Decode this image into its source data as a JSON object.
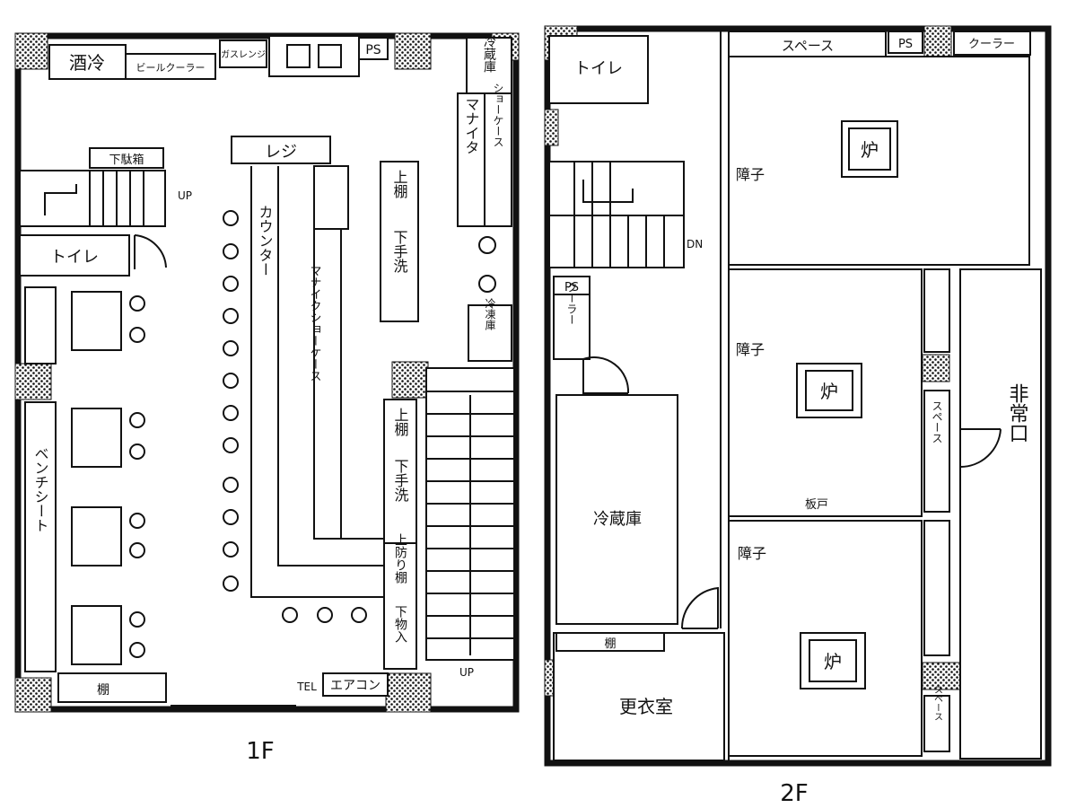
{
  "floor1": {
    "caption": "1F",
    "labels": {
      "sake_cooler": "酒冷",
      "beer_cooler": "ビールクーラー",
      "gas_range": "ガスレンジ",
      "ps": "PS",
      "refrigerator": "冷蔵庫",
      "showcase": "ショーケース",
      "manaita": "マナイタ",
      "register": "レジ",
      "shoe_cabinet": "下駄箱",
      "up_stairs_left": "UP",
      "toilet": "トイレ",
      "counter": "カウンター",
      "manaita_showcase": "マナイクショーケース",
      "upper_shelf": "上棚",
      "lower_sink": "下手洗",
      "freezer": "冷凍庫",
      "upper_shelf_2": "上棚",
      "lower_sink_2": "下手洗",
      "upper_shelf_3": "上防り棚",
      "lower_storage": "下物入",
      "bench_seat": "ベンチシート",
      "shelf": "棚",
      "tel": "TEL",
      "aircon": "エアコン",
      "up_stairs_right": "UP"
    }
  },
  "floor2": {
    "caption": "2F",
    "labels": {
      "toilet": "トイレ",
      "space_top": "スペース",
      "ps_top": "PS",
      "cooler_top": "クーラー",
      "shoji_1": "障子",
      "hearth_1": "炉",
      "dn": "DN",
      "ps_left": "PS",
      "cooler_left": "クーラー",
      "shoji_2": "障子",
      "hearth_2": "炉",
      "space_mid": "スペース",
      "emergency_exit": "非常口",
      "refrigerator": "冷蔵庫",
      "board_door": "板戸",
      "shoji_3": "障子",
      "hearth_3": "炉",
      "shelf": "棚",
      "locker_room": "更衣室",
      "space_bottom": "スペース"
    }
  }
}
